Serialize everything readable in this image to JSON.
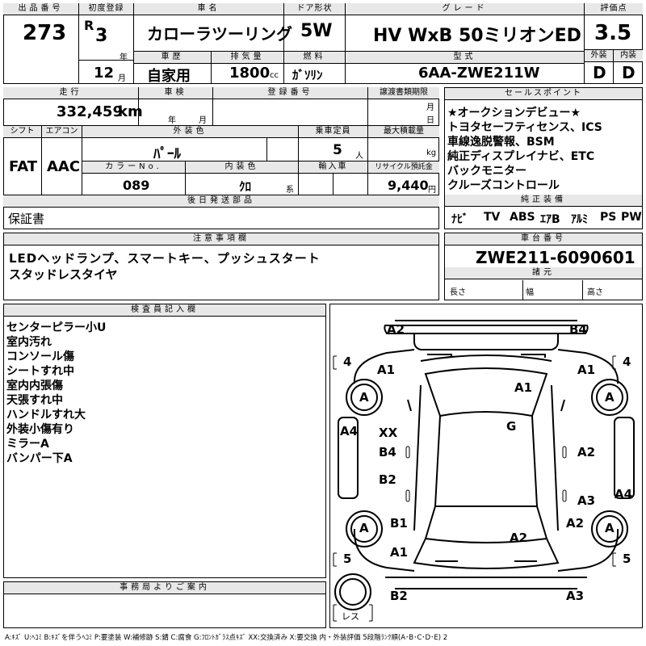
{
  "header": {
    "lot_label": "出品番号",
    "lot": "273",
    "first_reg_label": "初度登録",
    "era": "R",
    "year": "3",
    "year_unit": "年",
    "month": "12",
    "month_unit": "月",
    "car_name_label": "車名",
    "car_name": "カローラツーリング",
    "door_label": "ドア形状",
    "door": "5W",
    "grade_label": "グレード",
    "grade": "HV WxB 50ミリオンED",
    "score_label": "評価点",
    "score": "3.5",
    "history_label": "車歴",
    "history": "自家用",
    "displacement_label": "排気量",
    "displacement": "1800",
    "displacement_unit": "cc",
    "fuel_label": "燃料",
    "fuel": "ｶﾞｿﾘﾝ",
    "model_label": "型式",
    "model": "6AA-ZWE211W",
    "ext_label": "外装",
    "ext": "D",
    "int_label": "内装",
    "int": "D"
  },
  "row2": {
    "mileage_label": "走行",
    "mileage": "332,459",
    "mileage_unit": "km",
    "inspection_label": "車検",
    "insp_year": "年",
    "insp_month": "月",
    "reg_no_label": "登録番号",
    "transfer_label": "譲渡書類期限",
    "transfer_month": "月",
    "transfer_day": "日",
    "shift_label": "シフト",
    "shift": "FAT",
    "ac_label": "エアコン",
    "ac": "AAC",
    "ext_color_label": "外装色",
    "ext_color": "ﾊﾟｰﾙ",
    "capacity_label": "乗車定員",
    "capacity": "5",
    "capacity_unit": "人",
    "load_label": "最大積載量",
    "load_unit": "kg",
    "color_no_label": "カラーNo.",
    "color_no": "089",
    "int_color_label": "内装色",
    "int_color": "ｸﾛ",
    "int_color_unit": "系",
    "import_label": "輸入車",
    "recycle_label": "リサイクル預託金",
    "recycle": "9,440",
    "recycle_unit": "円",
    "later_label": "後日発送部品",
    "later": "保証書"
  },
  "sales_point": {
    "label": "セールスポイント",
    "lines": [
      "★オークションデビュー★",
      "トヨタセーフティセンス、ICS",
      "車線逸脱警報、BSM",
      "純正ディスプレイナビ、ETC",
      "バックモニター",
      "クルーズコントロール"
    ]
  },
  "equipment": {
    "label": "純正装備",
    "items": [
      "ﾅﾋﾞ",
      "TV",
      "ABS",
      "ｴｱB",
      "ｱﾙﾐ",
      "PS",
      "PW"
    ]
  },
  "notes": {
    "label": "注意事項欄",
    "lines": [
      "LEDヘッドランプ、スマートキー、プッシュスタート",
      "スタッドレスタイヤ"
    ]
  },
  "chassis": {
    "label": "車台番号",
    "value": "ZWE211-6090601",
    "spec_label": "諸元",
    "length": "長さ",
    "width": "幅",
    "height": "高さ"
  },
  "inspector": {
    "label": "検査員記入欄",
    "lines": [
      "センターピラー小U",
      "室内汚れ",
      "コンソール傷",
      "シートすれ中",
      "室内内張傷",
      "天張すれ中",
      "ハンドルすれ大",
      "外装小傷有り",
      "ミラーA",
      "バンパー下A"
    ]
  },
  "office": {
    "label": "事務局よりご案内"
  },
  "diagram": {
    "marks": [
      "A2",
      "B4",
      "A1",
      "A1",
      "A1",
      "A",
      "A",
      "G",
      "A4",
      "XX",
      "B4",
      "A2",
      "B2",
      "A3",
      "A4",
      "A",
      "A",
      "B1",
      "A2",
      "A2",
      "A1",
      "B2",
      "A3"
    ],
    "tire_fl": "4",
    "tire_fr": "4",
    "tire_rl": "5",
    "tire_rr": "5",
    "spare": "レス"
  },
  "legend": "A:ｷｽﾞ U:ﾍｺﾐ B:ｷｽﾞを伴うﾍｺﾐ P:要塗装 W:補修跡 S:錆 C:腐食 G:ﾌﾛﾝﾄｶﾞﾗｽ点ｷｽﾞ XX:交換済み X:要交換 内・外装評価 5段階ﾗﾝｸ順(A･B･C･D･E) 2"
}
